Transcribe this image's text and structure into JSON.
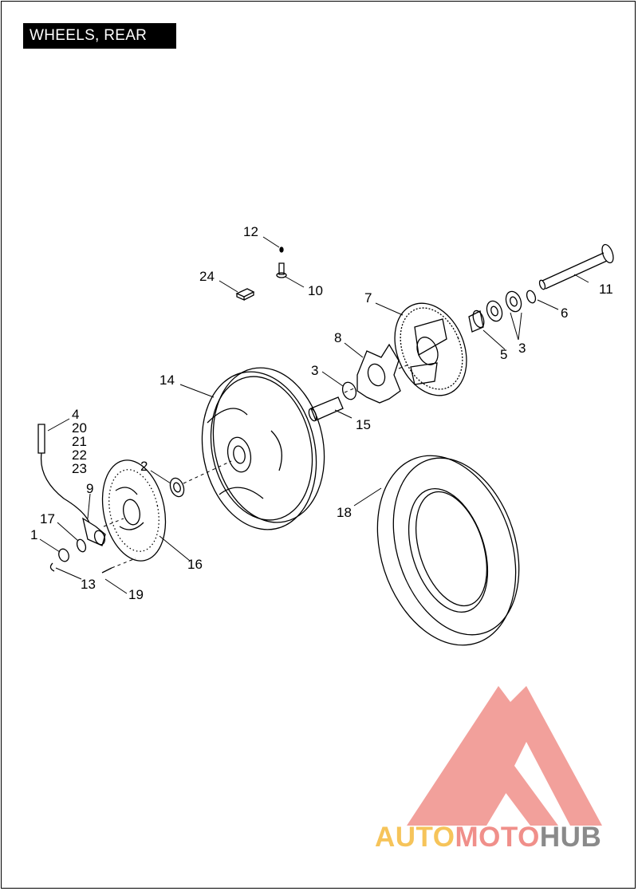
{
  "title": "WHEELS, REAR",
  "callouts": [
    {
      "id": "c1",
      "label": "1"
    },
    {
      "id": "c2",
      "label": "2"
    },
    {
      "id": "c3a",
      "label": "3"
    },
    {
      "id": "c3b",
      "label": "3"
    },
    {
      "id": "c4",
      "label": "4"
    },
    {
      "id": "c20",
      "label": "20"
    },
    {
      "id": "c21",
      "label": "21"
    },
    {
      "id": "c22",
      "label": "22"
    },
    {
      "id": "c23",
      "label": "23"
    },
    {
      "id": "c5",
      "label": "5"
    },
    {
      "id": "c6",
      "label": "6"
    },
    {
      "id": "c7",
      "label": "7"
    },
    {
      "id": "c8",
      "label": "8"
    },
    {
      "id": "c9",
      "label": "9"
    },
    {
      "id": "c10",
      "label": "10"
    },
    {
      "id": "c11",
      "label": "11"
    },
    {
      "id": "c12",
      "label": "12"
    },
    {
      "id": "c13",
      "label": "13"
    },
    {
      "id": "c14",
      "label": "14"
    },
    {
      "id": "c15",
      "label": "15"
    },
    {
      "id": "c16",
      "label": "16"
    },
    {
      "id": "c17",
      "label": "17"
    },
    {
      "id": "c18",
      "label": "18"
    },
    {
      "id": "c19",
      "label": "19"
    },
    {
      "id": "c24",
      "label": "24"
    }
  ],
  "watermark": {
    "part1": "AUTO",
    "part2": "MOTO",
    "part3": "HUB",
    "colors": {
      "auto": "#f6c45a",
      "moto": "#f08f8a",
      "hub": "#8a8a8a",
      "logo": "#f08f8a"
    }
  }
}
